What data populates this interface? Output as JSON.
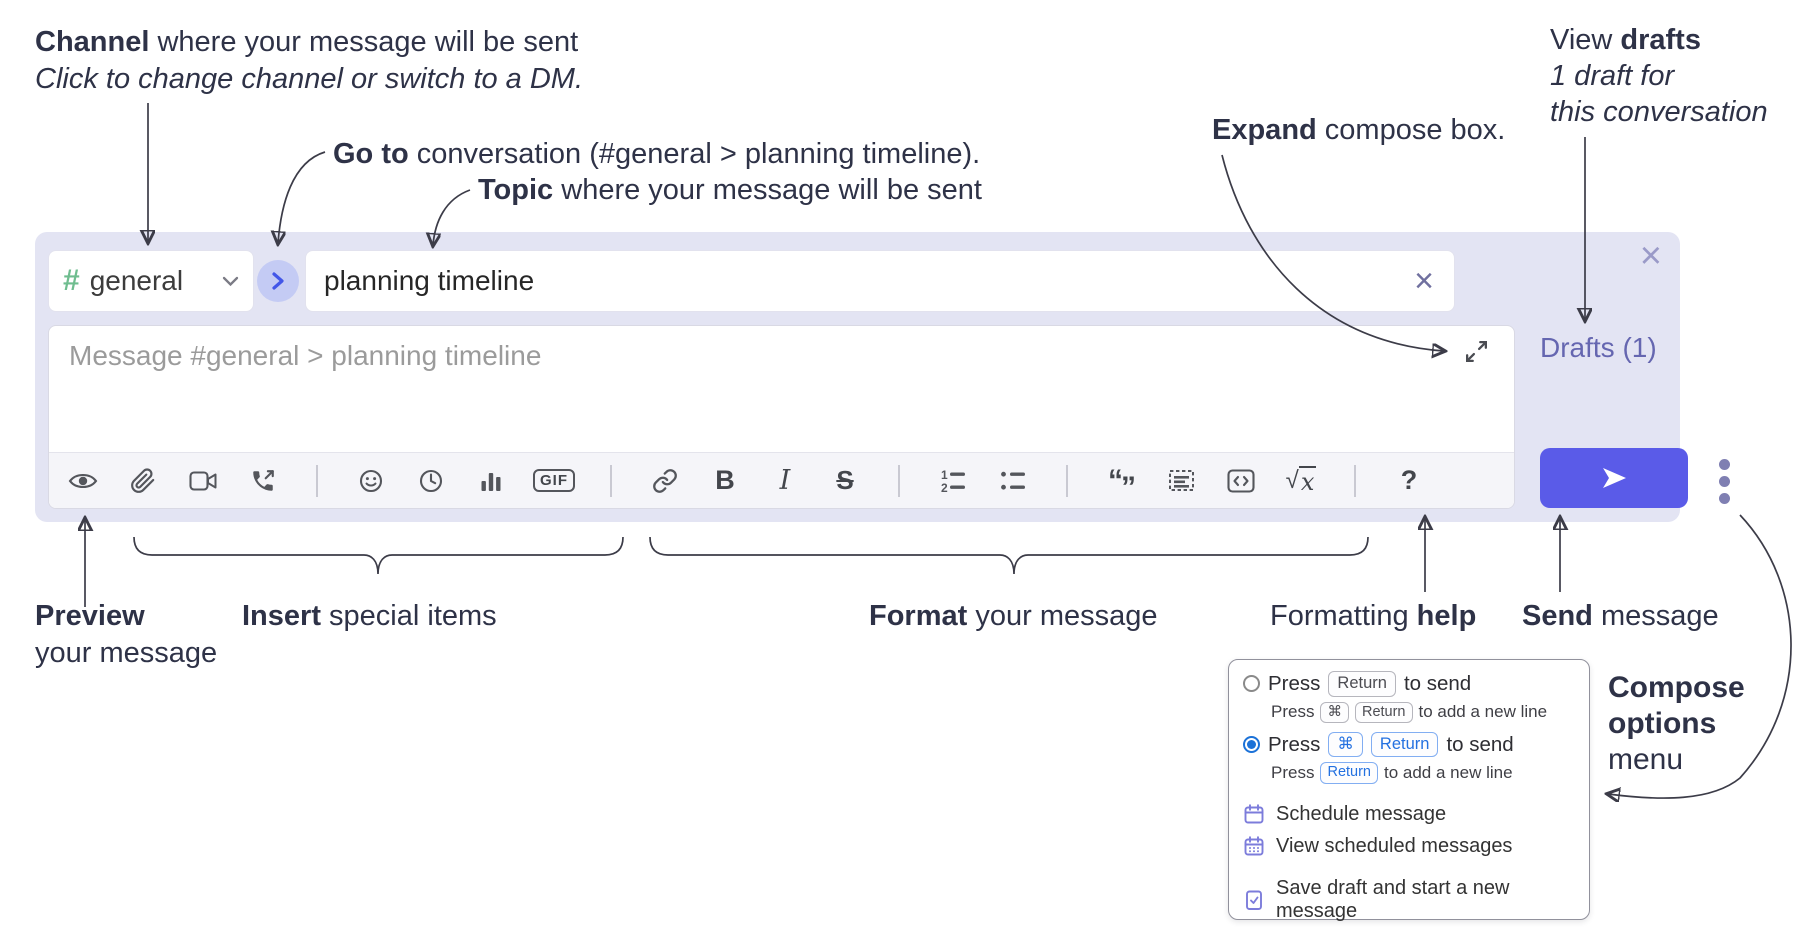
{
  "colors": {
    "compose_bg": "#e3e4f3",
    "send_button": "#5a5be8",
    "goto_chevron_blue": "#4256e8",
    "channel_hash_green": "#6fbd8f",
    "drafts_link_purple": "#6566b0",
    "annotation_text": "#2e3247",
    "radio_selected_blue": "#1c72d8",
    "key_blue": "#2471e0",
    "popup_icon_purple": "#7c7cdb",
    "toolbar_icon_gray": "#54565c"
  },
  "annotations": {
    "channel": {
      "bold": "Channel",
      "rest": " where your message will be sent",
      "line2": "Click to change channel or switch to a DM."
    },
    "goto": {
      "bold": "Go to",
      "rest": " conversation (#general > planning timeline)."
    },
    "topic": {
      "bold": "Topic",
      "rest": " where your message will be sent"
    },
    "drafts": {
      "pre": "View ",
      "bold": "drafts",
      "line2": "1 draft for",
      "line3": "this conversation"
    },
    "expand": {
      "bold": "Expand",
      "rest": " compose box."
    },
    "preview": {
      "bold": "Preview",
      "line2": "your message"
    },
    "insert": {
      "bold": "Insert",
      "rest": " special items"
    },
    "format": {
      "bold": "Format",
      "rest": " your message"
    },
    "help": {
      "pre": "Formatting ",
      "bold": "help"
    },
    "send": {
      "bold": "Send",
      "rest": " message"
    },
    "compose_options": {
      "line1": "Compose",
      "line2": "options",
      "line3": "menu"
    }
  },
  "compose": {
    "channel_hash": "#",
    "channel_name": "general",
    "topic_value": "planning timeline",
    "message_placeholder": "Message #general > planning timeline",
    "drafts_label": "Drafts (1)",
    "close_glyph": "×",
    "clear_glyph": "×"
  },
  "toolbar": {
    "icons": [
      "preview-message",
      "attach-file",
      "start-video-call",
      "start-voice-call",
      "add-emoji",
      "add-global-time",
      "add-poll",
      "add-gif",
      "link",
      "bold",
      "italic",
      "strikethrough",
      "numbered-list",
      "bulleted-list",
      "quote",
      "spoiler",
      "code",
      "math",
      "message-formatting-help"
    ],
    "glyphs": {
      "gif": "GIF",
      "bold": "B",
      "italic": "I",
      "strike": "S",
      "sqrt": "√",
      "x": "x",
      "help": "?",
      "quote_open": "“",
      "quote_close": "”",
      "num1": "1",
      "num2": "2"
    }
  },
  "popup": {
    "option1": {
      "press": "Press",
      "key1": "Return",
      "tail": "to send",
      "sub_press": "Press",
      "sub_key1": "⌘",
      "sub_key2": "Return",
      "sub_tail": "to add a new line"
    },
    "option2": {
      "press": "Press",
      "key1": "⌘",
      "key2": "Return",
      "tail": "to send",
      "sub_press": "Press",
      "sub_key1": "Return",
      "sub_tail": "to add a new line"
    },
    "items": [
      {
        "label": "Schedule message"
      },
      {
        "label": "View scheduled messages"
      },
      {
        "label": "Save draft and start a new message"
      }
    ]
  }
}
